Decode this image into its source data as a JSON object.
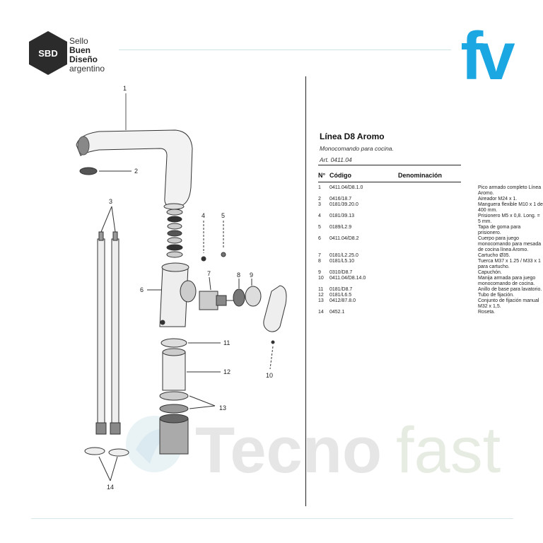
{
  "brand": {
    "sbd_badge": "SBD",
    "sbd_line1": "Sello",
    "sbd_line2": "Buen",
    "sbd_line3": "Diseño",
    "sbd_line4": "argentino",
    "fv_logo": "fv",
    "fv_color": "#1aa7e2"
  },
  "product": {
    "title": "Línea D8 Aromo",
    "subtitle": "Monocomando para cocina.",
    "article": "Art. 0411.04"
  },
  "table": {
    "headers": [
      "N°",
      "Código",
      "Denominación"
    ],
    "rows": [
      {
        "n": "1",
        "code": "0411.04/D8.1.0",
        "desc": "Pico armado completo Línea Aromo."
      },
      {
        "n": "2",
        "code": "0416/18.7",
        "desc": "Aireador M24 x 1."
      },
      {
        "n": "3",
        "code": "0181/39.20.0",
        "desc": "Manguera flexible M10 x 1 de 400 mm."
      },
      {
        "n": "4",
        "code": "0181/39.13",
        "desc": "Prisionero M5 x 0,8. Long. = 5 mm."
      },
      {
        "n": "5",
        "code": "0189/L2.9",
        "desc": "Tapa de goma para prisionero."
      },
      {
        "n": "6",
        "code": "0411.04/D8.2",
        "desc": "Cuerpo para juego monocomando para mesada de cocina línea Aromo."
      },
      {
        "n": "7",
        "code": "0181/L2.25.0",
        "desc": "Cartucho Ø35."
      },
      {
        "n": "8",
        "code": "0181/L5.10",
        "desc": "Tuerca M37 x 1.25 / M33 x 1 para cartucho."
      },
      {
        "n": "9",
        "code": "0310/D8.7",
        "desc": "Capuchón."
      },
      {
        "n": "10",
        "code": "0411.04/D8.14.0",
        "desc": "Manija armada para juego monocomando de cocina."
      },
      {
        "n": "11",
        "code": "0181/D8.7",
        "desc": "Anillo de base para lavatorio."
      },
      {
        "n": "12",
        "code": "0181/L6.5",
        "desc": "Tubo de fijación."
      },
      {
        "n": "13",
        "code": "0412/87.8.0",
        "desc": "Conjunto de fijación manual M32 x 1,5."
      },
      {
        "n": "14",
        "code": "0452.1",
        "desc": "Roseta."
      }
    ]
  },
  "callouts": [
    "1",
    "2",
    "3",
    "4",
    "5",
    "6",
    "7",
    "8",
    "9",
    "10",
    "11",
    "12",
    "13",
    "14"
  ],
  "watermark": {
    "part1": "Tecno",
    "part2": "fast"
  }
}
